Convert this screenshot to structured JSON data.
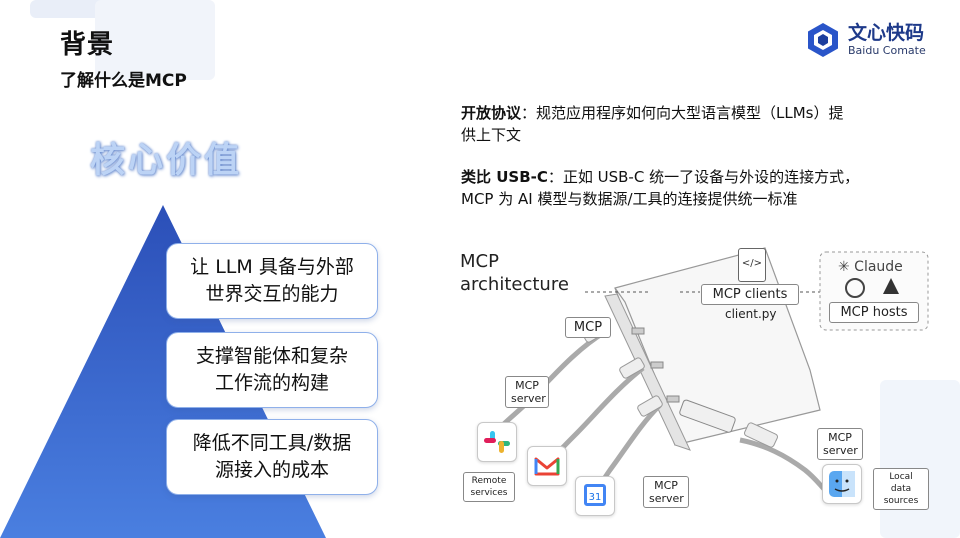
{
  "header": {
    "title": "背景",
    "subtitle": "了解什么是MCP"
  },
  "logo": {
    "name_cn": "文心快码",
    "name_en": "Baidu Comate"
  },
  "core": {
    "heading": "核心价值",
    "cards": [
      {
        "line1": "让 LLM 具备与外部",
        "line2": "世界交互的能力"
      },
      {
        "line1": "支撑智能体和复杂",
        "line2": "工作流的构建"
      },
      {
        "line1": "降低不同工具/数据",
        "line2": "源接入的成本"
      }
    ]
  },
  "description": {
    "p1_bold": "开放协议",
    "p1_text": "：规范应用程序如何向大型语言模型（LLMs）提",
    "p1_text2": "供上下文",
    "p2_bold": "类比 USB-C",
    "p2_text": "：正如 USB-C 统一了设备与外设的连接方式，",
    "p2_text2": "MCP 为 AI 模型与数据源/工具的连接提供统一标准"
  },
  "diagram": {
    "title_line1": "MCP",
    "title_line2": "architecture",
    "mcp_label": "MCP",
    "clients_label": "MCP clients",
    "client_file": "client.py",
    "claude_label": "✳ Claude",
    "hosts_label": "MCP hosts",
    "server_left": "MCP server",
    "server_bottom": "MCP server",
    "server_right": "MCP server",
    "remote_services": "Remote services",
    "local_sources": "Local data sources",
    "calendar_day": "31"
  },
  "colors": {
    "pyramid_top": "#2b4fb8",
    "pyramid_bottom": "#4a7fe0",
    "card_border": "#8fb0ea",
    "logo_blue": "#1e3a8a"
  }
}
